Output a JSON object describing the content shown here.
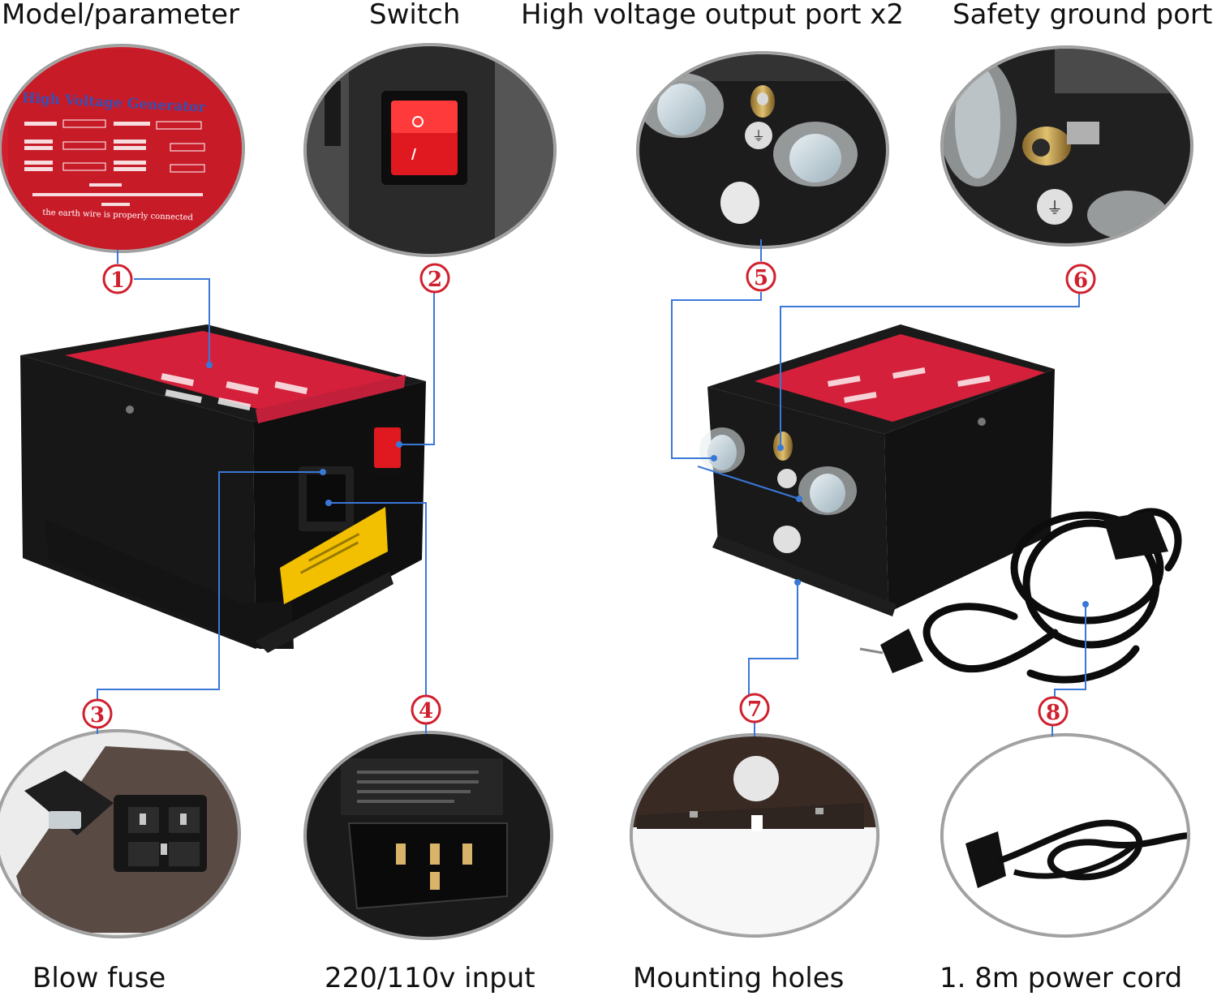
{
  "top_labels": {
    "model": "Model/parameter",
    "switch": "Switch",
    "hv_output": "High voltage output port x2",
    "ground": "Safety ground port"
  },
  "bottom_labels": {
    "fuse": "Blow fuse",
    "input": "220/110v input",
    "mounting": "Mounting holes",
    "cord": "1. 8m power cord"
  },
  "markers": [
    "1",
    "2",
    "3",
    "4",
    "5",
    "6",
    "7",
    "8"
  ],
  "panel": {
    "title": "High Voltage Generator",
    "note": "the earth wire is properly connected"
  },
  "colors": {
    "red": "#d0202e",
    "leader": "#3a78d8",
    "box": "#141414",
    "warning": "#f2c000"
  }
}
